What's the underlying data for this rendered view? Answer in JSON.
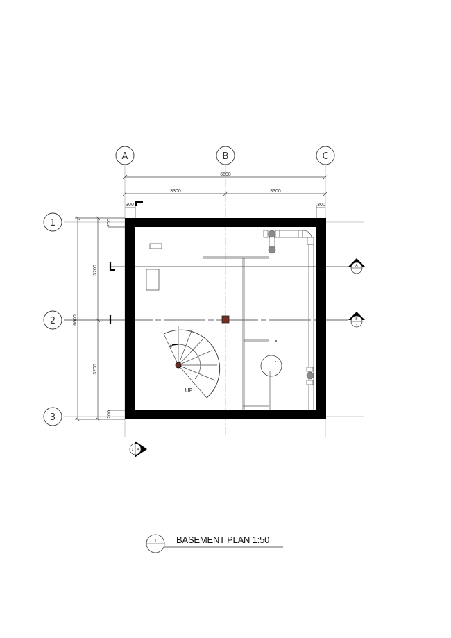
{
  "drawing": {
    "title": "BASEMENT PLAN 1:50",
    "view_tag": {
      "number": "1",
      "sheet": "–"
    }
  },
  "grid": {
    "columns": [
      {
        "label": "A"
      },
      {
        "label": "B"
      },
      {
        "label": "C"
      }
    ],
    "rows": [
      {
        "label": "1"
      },
      {
        "label": "2"
      },
      {
        "label": "3"
      }
    ]
  },
  "dimensions": {
    "top_overall": "6600",
    "top_segments": [
      "3300",
      "3300"
    ],
    "top_wall_left": "300",
    "top_wall_right": "300",
    "left_overall": "6600",
    "left_segments": [
      "3200",
      "3200"
    ],
    "left_wall_top": "200",
    "left_wall_bottom": "200"
  },
  "stair": {
    "label": "UP"
  },
  "section_markers": [
    {
      "id": "section-a",
      "top": "A",
      "bottom": "–"
    },
    {
      "id": "section-b",
      "top": "B",
      "bottom": "–"
    }
  ],
  "elevation_marker": {
    "number": "1",
    "sheet": "A"
  },
  "colors": {
    "wall": "#000000",
    "column": "#7a2e22",
    "pipe": "#808080",
    "grid_line": "#b0b0b0",
    "line": "#333333"
  }
}
